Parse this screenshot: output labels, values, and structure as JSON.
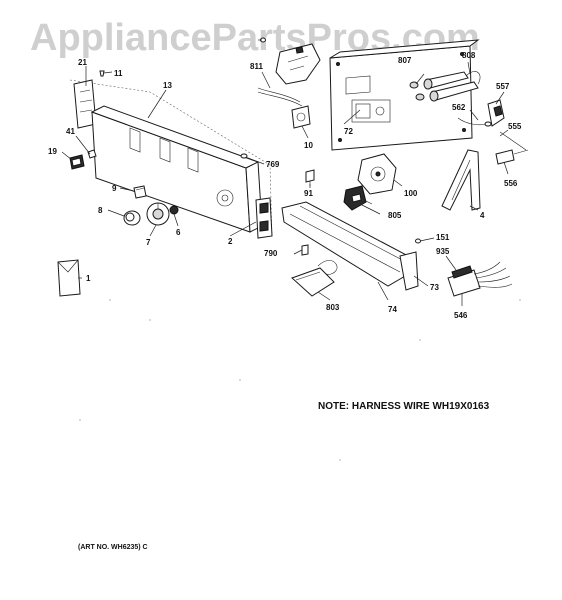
{
  "watermark": "AppliancePartsPros.com",
  "note": "NOTE: HARNESS WIRE WH19X0163",
  "art_number": "(ART NO. WH6235) C",
  "callouts": {
    "c1": "1",
    "c2": "2",
    "c4": "4",
    "c6": "6",
    "c7": "7",
    "c8": "8",
    "c9": "9",
    "c10": "10",
    "c11": "11",
    "c13": "13",
    "c19": "19",
    "c21": "21",
    "c41": "41",
    "c72": "72",
    "c73": "73",
    "c74": "74",
    "c91": "91",
    "c100": "100",
    "c151": "151",
    "c546": "546",
    "c555": "555",
    "c556": "556",
    "c557": "557",
    "c562": "562",
    "c769": "769",
    "c790": "790",
    "c803": "803",
    "c805": "805",
    "c807": "807",
    "c808": "808",
    "c811": "811",
    "c935": "935"
  }
}
